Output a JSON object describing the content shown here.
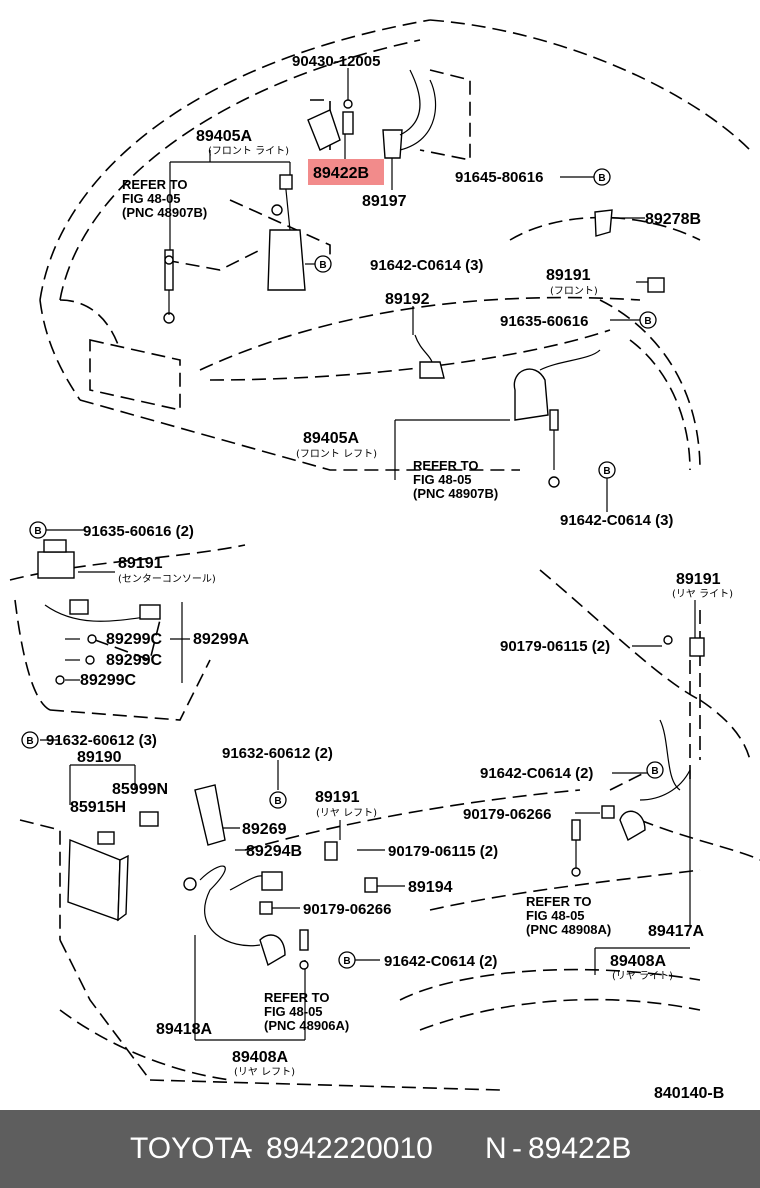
{
  "labels": {
    "p90430": "90430-12005",
    "p89405a_top": "89405A",
    "p89405a_top_jp": "(フロント ライト)",
    "p89422b": "89422B",
    "p89197": "89197",
    "refer1_a": "REFER TO",
    "refer1_b": "FIG 48-05",
    "refer1_c": "(PNC 48907B)",
    "p91645": "91645-80616",
    "p89278b": "89278B",
    "p91642_a": "91642-C0614 (3)",
    "p89191_a": "89191",
    "p89191_a_jp": "(フロント)",
    "p89192": "89192",
    "p91635_a": "91635-60616",
    "p89405a_mid": "89405A",
    "p89405a_mid_jp": "(フロント レフト)",
    "refer2_a": "REFER TO",
    "refer2_b": "FIG 48-05",
    "refer2_c": "(PNC 48907B)",
    "p91642_b": "91642-C0614 (3)",
    "p91635_b": "91635-60616 (2)",
    "p89191_b": "89191",
    "p89191_b_jp": "(センターコンソール)",
    "p89299c_1": "89299C",
    "p89299a": "89299A",
    "p89299c_2": "89299C",
    "p89299c_3": "89299C",
    "p89191_c": "89191",
    "p89191_c_jp": "(リヤ ライト)",
    "p90179_a": "90179-06115 (2)",
    "p91632_a": "91632-60612 (3)",
    "p91632_b": "91632-60612 (2)",
    "p89190": "89190",
    "p85999n": "85999N",
    "p85915h": "85915H",
    "p89191_d": "89191",
    "p89191_d_jp": "(リヤ レフト)",
    "p91642_c": "91642-C0614 (2)",
    "p90179_b": "90179-06266",
    "p89269": "89269",
    "p89294b": "89294B",
    "p90179_c": "90179-06115 (2)",
    "p89194": "89194",
    "p90179_d": "90179-06266",
    "refer3_a": "REFER TO",
    "refer3_b": "FIG 48-05",
    "refer3_c": "(PNC 48908A)",
    "p89417a": "89417A",
    "p91642_d": "91642-C0614 (2)",
    "p89408a_r": "89408A",
    "p89408a_r_jp": "(リヤ ライト)",
    "refer4_a": "REFER TO",
    "refer4_b": "FIG 48-05",
    "refer4_c": "(PNC 48906A)",
    "p89418a": "89418A",
    "p89408a_l": "89408A",
    "p89408a_l_jp": "(リヤ レフト)",
    "fig_code": "840140-B"
  },
  "badge": "B",
  "highlight": {
    "label": "89422B",
    "color": "#f28b8b"
  },
  "footer": {
    "brand": "TOYOTA",
    "separator": "-",
    "part_number": "8942220010",
    "n_label": "N",
    "n_separator": "-",
    "n_value": "89422B",
    "background": "#5e5e5e"
  }
}
